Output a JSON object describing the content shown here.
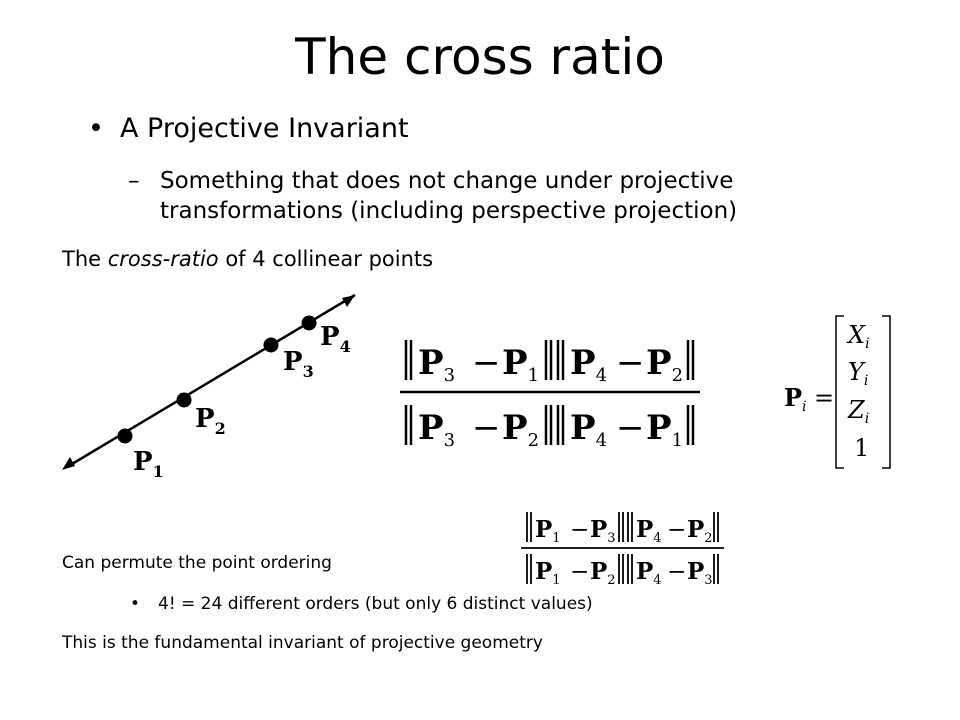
{
  "slide": {
    "title": "The cross ratio",
    "bullet1": "A Projective Invariant",
    "sub1_line1": "Something that does not change under projective",
    "sub1_line2": "transformations (including perspective projection)",
    "para_prefix": "The ",
    "para_italic": "cross-ratio",
    "para_suffix": " of 4 collinear points",
    "small1": "Can permute the point ordering",
    "small2": "4! = 24 different orders (but only 6 distinct values)",
    "small3": "This is the fundamental invariant of projective geometry",
    "bullet_glyph": "•",
    "dash_glyph": "–"
  },
  "diagram": {
    "points": [
      {
        "letter": "P",
        "sub": "1"
      },
      {
        "letter": "P",
        "sub": "2"
      },
      {
        "letter": "P",
        "sub": "3"
      },
      {
        "letter": "P",
        "sub": "4"
      }
    ]
  },
  "formula_main": {
    "numerator": [
      {
        "a": "3",
        "b": "1"
      },
      {
        "a": "4",
        "b": "2"
      }
    ],
    "denominator": [
      {
        "a": "3",
        "b": "2"
      },
      {
        "a": "4",
        "b": "1"
      }
    ],
    "letter": "P",
    "minus": "−"
  },
  "formula_small": {
    "numerator": [
      {
        "a": "1",
        "b": "3"
      },
      {
        "a": "4",
        "b": "2"
      }
    ],
    "denominator": [
      {
        "a": "1",
        "b": "2"
      },
      {
        "a": "4",
        "b": "3"
      }
    ]
  },
  "vector": {
    "lhs_letter": "P",
    "lhs_sub": "i",
    "equals": "=",
    "entries": [
      {
        "letter": "X",
        "sub": "i"
      },
      {
        "letter": "Y",
        "sub": "i"
      },
      {
        "letter": "Z",
        "sub": "i"
      },
      {
        "letter": "1",
        "sub": ""
      }
    ]
  }
}
